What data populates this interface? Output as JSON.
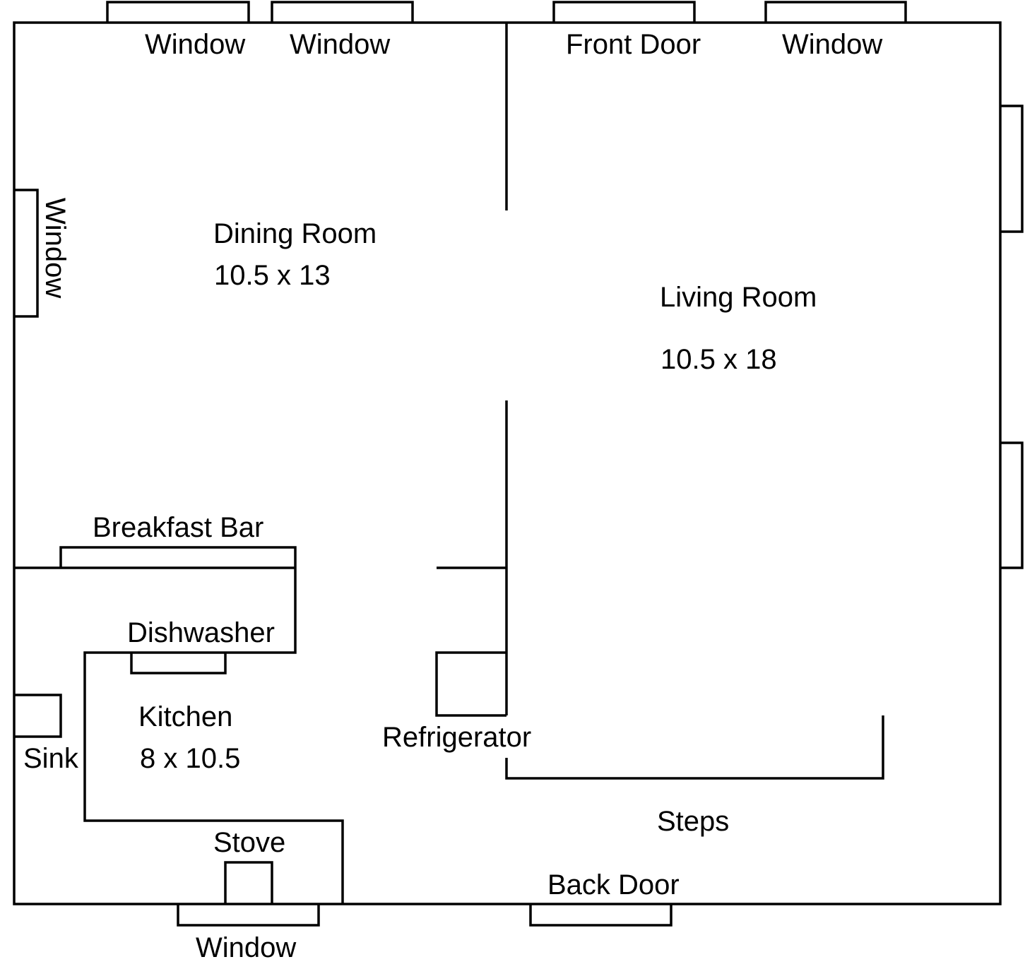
{
  "colors": {
    "background": "#ffffff",
    "line": "#000000",
    "text": "#000000"
  },
  "openings": {
    "top_window_1": "Window",
    "top_window_2": "Window",
    "front_door": "Front Door",
    "top_window_3": "Window",
    "left_window": "Window",
    "bottom_window": "Window",
    "back_door": "Back Door"
  },
  "rooms": {
    "dining_room": {
      "name": "Dining Room",
      "size": "10.5 x 13"
    },
    "living_room": {
      "name": "Living Room",
      "size": "10.5 x 18"
    },
    "kitchen": {
      "name": "Kitchen",
      "size": "8 x 10.5"
    }
  },
  "fixtures": {
    "breakfast_bar": "Breakfast Bar",
    "dishwasher": "Dishwasher",
    "sink": "Sink",
    "stove": "Stove",
    "refrigerator": "Refrigerator",
    "steps": "Steps"
  }
}
